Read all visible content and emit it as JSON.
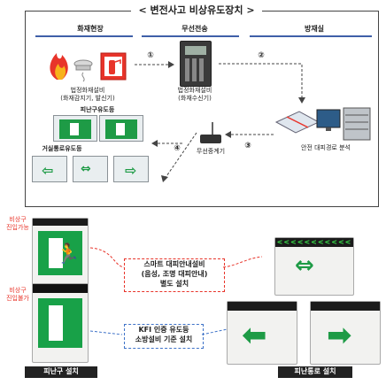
{
  "panel": {
    "title": "< 변전사고 비상유도장치 >",
    "columns": [
      "화재현장",
      "무선전송",
      "방재실"
    ],
    "captions": {
      "fire_device": "법정화재설비\n(화재감지기, 발신기)",
      "receiver": "법정화재설비\n(화재수신기)",
      "analysis": "안전 대피경로 분석",
      "repeater": "무선중계기",
      "exit_sign_label": "피난구유도등",
      "corridor_label": "거실통로유도등"
    },
    "steps": [
      "①",
      "②",
      "③",
      "④"
    ]
  },
  "bottom": {
    "left_label_top": "비상구\n진입가능",
    "left_label_bottom": "비상구\n진입불가",
    "smart_box": "스마트 대피안내설비\n(음성, 조명 대피안내)\n별도 설치",
    "kfi_box": "KFI 인증 유도등\n소방설비 기준 설치",
    "left_bar": "피난구 설치",
    "right_bar": "피난통로 설치",
    "led_text": "<<<<<<<<<<<"
  },
  "colors": {
    "green": "#1e9b46",
    "red": "#e8342a",
    "blue": "#3f73c8",
    "frame": "#444444"
  }
}
